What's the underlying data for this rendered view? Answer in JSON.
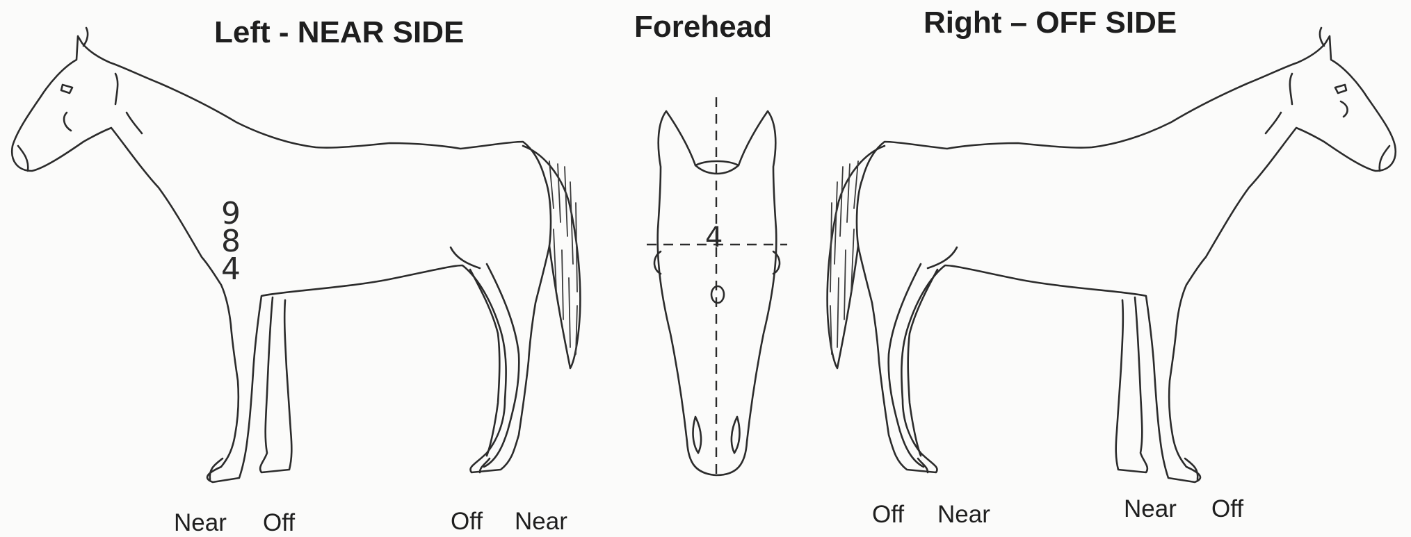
{
  "titles": {
    "left": "Left - NEAR SIDE",
    "forehead": "Forehead",
    "right": "Right – OFF SIDE"
  },
  "leg_labels": {
    "left_front_near": "Near",
    "left_front_off": "Off",
    "left_hind_off": "Off",
    "left_hind_near": "Near",
    "right_hind_off": "Off",
    "right_hind_near": "Near",
    "right_front_near": "Near",
    "right_front_off": "Off"
  },
  "markings": {
    "neck_brand_lines": [
      "9",
      "8",
      "4"
    ],
    "forehead_mark": "4"
  }
}
